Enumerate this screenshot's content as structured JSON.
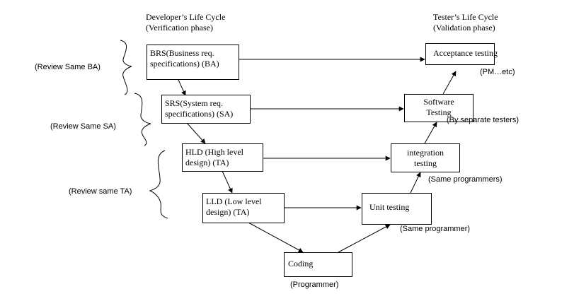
{
  "headers": {
    "developer": {
      "title": "Developer’s Life Cycle",
      "subtitle": "(Verification phase)"
    },
    "tester": {
      "title": "Tester’s Life Cycle",
      "subtitle": "(Validation phase)"
    }
  },
  "boxes": {
    "brs": {
      "line1": "BRS(Business req.",
      "line2": "specifications) (BA)"
    },
    "srs": {
      "line1": "SRS(System req.",
      "line2": "specifications) (SA)"
    },
    "hld": {
      "line1": "HLD (High level",
      "line2": "design) (TA)"
    },
    "lld": {
      "line1": "LLD (Low level",
      "line2": "design) (TA)"
    },
    "coding": {
      "label": "Coding"
    },
    "acceptance": {
      "label": "Acceptance testing"
    },
    "software": {
      "line1": "Software",
      "line2": "Testing"
    },
    "integration": {
      "line1": "integration",
      "line2": "testing"
    },
    "unit": {
      "label": "Unit testing"
    }
  },
  "reviews": {
    "ba": "(Review Same BA)",
    "sa": "(Review Same SA)",
    "ta": "(Review same TA)"
  },
  "annotations": {
    "pm": "(PM…etc)",
    "separate_testers": "(By separate testers)",
    "same_programmers": "(Same programmers)",
    "same_programmer": "(Same programmer)",
    "programmer": "(Programmer)"
  },
  "colors": {
    "line": "#000000",
    "background": "#ffffff"
  }
}
